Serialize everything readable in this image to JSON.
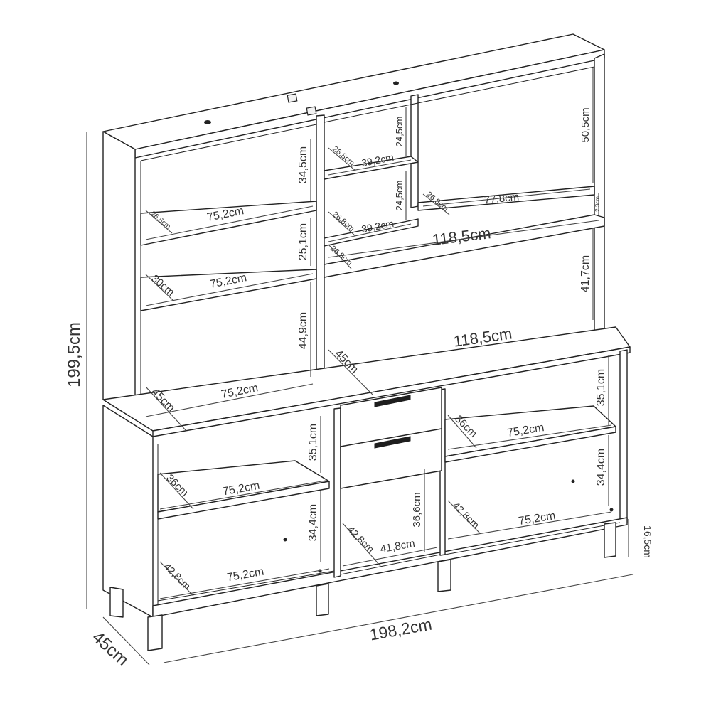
{
  "overall": {
    "height": "199,5cm",
    "depth": "45cm",
    "width": "198,2cm",
    "leg_height": "16,5cm"
  },
  "upper_left": {
    "shelf_width_1": "75,2cm",
    "shelf_depth_1": "26,8cm",
    "gap_1": "34,5cm",
    "gap_2": "25,1cm",
    "shelf_width_2": "75,2cm",
    "shelf_depth_2": "30cm",
    "gap_3": "44,9cm",
    "counter_width": "75,2cm",
    "counter_depth": "45cm"
  },
  "upper_middle": {
    "shelf_width_1": "39,2cm",
    "shelf_depth_1": "26,8cm",
    "gap_1": "24,5cm",
    "shelf_width_2": "39,2cm",
    "shelf_depth_2": "26,8cm",
    "gap_2": "24,5cm"
  },
  "upper_right": {
    "gap_1": "50,5cm",
    "shelf_width": "77,8cm",
    "shelf_depth": "26,8cm",
    "small_gap": "2,3cm"
  },
  "upper_wide": {
    "shelf_width": "118,5cm",
    "shelf_depth": "26,8cm",
    "gap": "41,7cm",
    "counter_width": "118,5cm",
    "counter_depth": "45cm"
  },
  "lower_left": {
    "gap_1": "35,1cm",
    "shelf_width_1": "75,2cm",
    "shelf_depth_1": "36cm",
    "gap_2": "34,4cm",
    "bottom_width": "75,2cm",
    "bottom_depth": "42,8cm"
  },
  "lower_middle": {
    "gap": "36,6cm",
    "bottom_width": "41,8cm",
    "bottom_depth": "42,8cm"
  },
  "lower_right": {
    "gap_1": "35,1cm",
    "shelf_width_1": "75,2cm",
    "shelf_depth_1": "36cm",
    "gap_2": "34,4cm",
    "bottom_width": "75,2cm",
    "bottom_depth": "42,8cm"
  }
}
